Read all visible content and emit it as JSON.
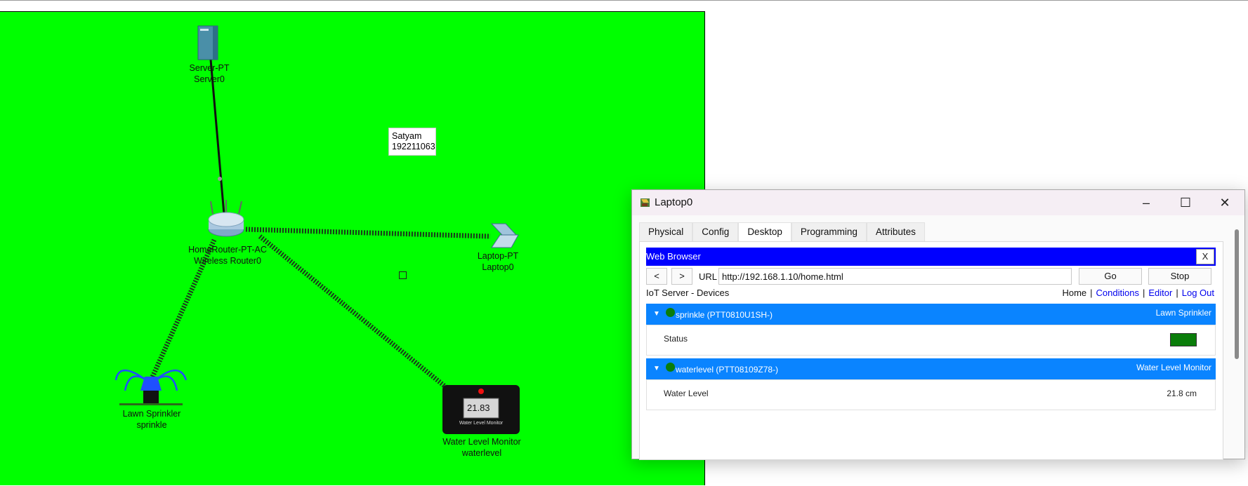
{
  "workspace": {
    "background_color": "#00ff00",
    "note": {
      "line1": "Satyam",
      "line2": "192211063"
    },
    "devices": [
      {
        "id": "server",
        "model": "Server-PT",
        "name": "Server0"
      },
      {
        "id": "router",
        "model": "HomeRouter-PT-AC",
        "name": "Wireless Router0"
      },
      {
        "id": "laptop",
        "model": "Laptop-PT",
        "name": "Laptop0"
      },
      {
        "id": "sprinkler",
        "model": "Lawn Sprinkler",
        "name": "sprinkle"
      },
      {
        "id": "waterlevel",
        "model": "Water Level Monitor",
        "name": "waterlevel",
        "display": "21.83",
        "display_caption": "Water Level Monitor"
      }
    ]
  },
  "window": {
    "title": "Laptop0",
    "controls": {
      "minimize": "–",
      "maximize": "☐",
      "close": "✕"
    },
    "tabs": [
      {
        "label": "Physical",
        "active": false
      },
      {
        "label": "Config",
        "active": false
      },
      {
        "label": "Desktop",
        "active": true
      },
      {
        "label": "Programming",
        "active": false
      },
      {
        "label": "Attributes",
        "active": false
      }
    ],
    "browser": {
      "header": "Web Browser",
      "close": "X",
      "back": "<",
      "forward": ">",
      "url_label": "URL",
      "url": "http://192.168.1.10/home.html",
      "go": "Go",
      "stop": "Stop",
      "page_title": "IoT Server - Devices",
      "links": {
        "home": "Home",
        "sep": "|",
        "conditions": "Conditions",
        "editor": "Editor",
        "logout": "Log Out"
      },
      "devices": [
        {
          "name": "sprinkle (PTT0810U1SH-)",
          "type": "Lawn Sprinkler",
          "property": "Status",
          "status_color": "#0a7d0a"
        },
        {
          "name": "waterlevel (PTT08109Z78-)",
          "type": "Water Level Monitor",
          "property": "Water Level",
          "value": "21.8 cm"
        }
      ]
    }
  }
}
